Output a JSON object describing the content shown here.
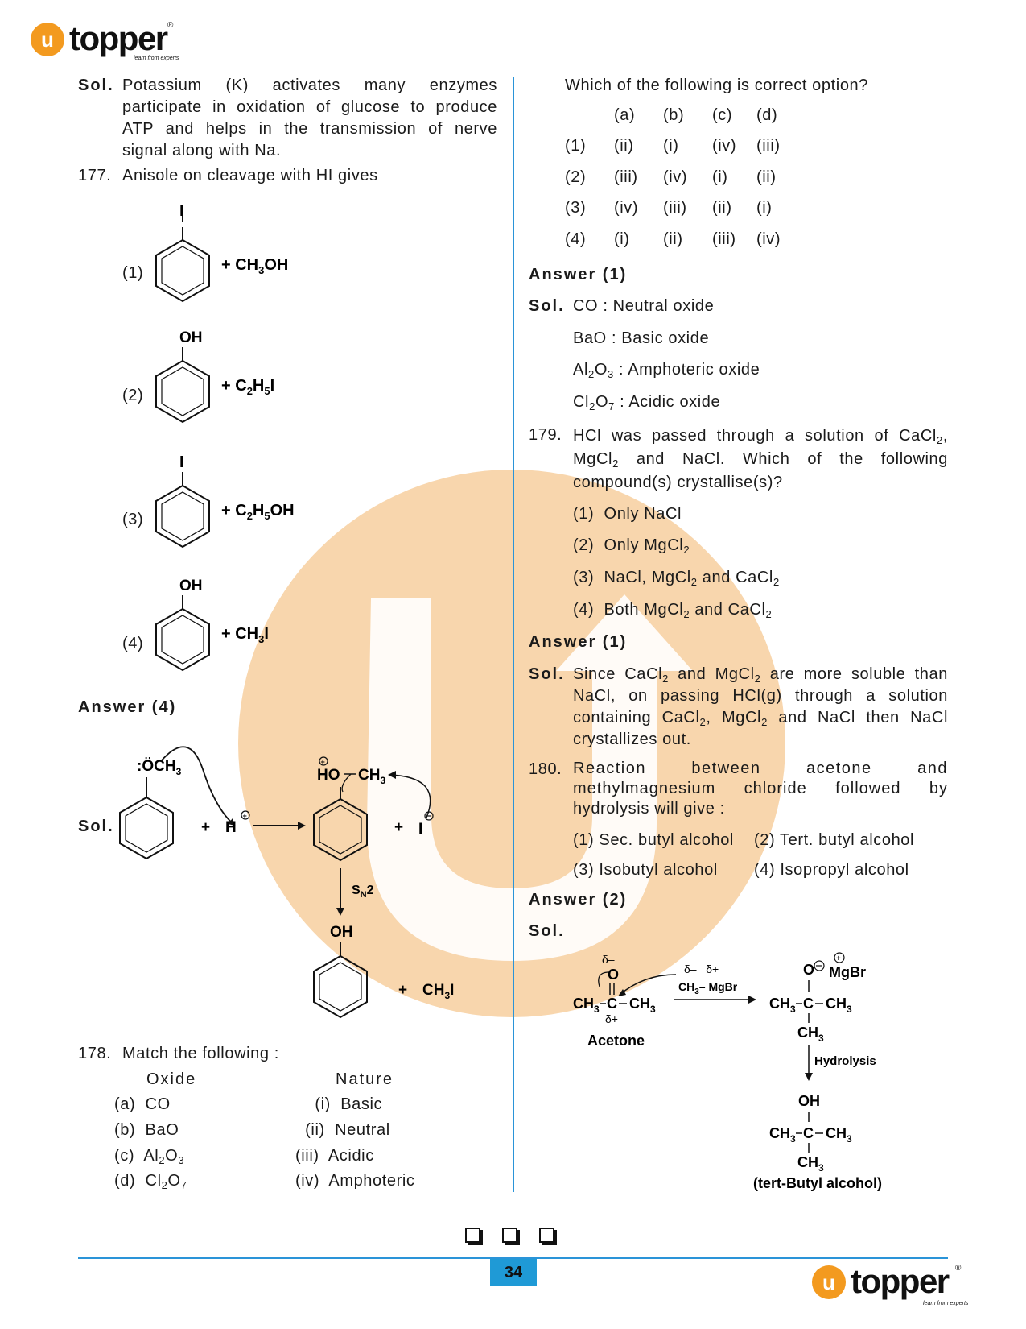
{
  "brand": {
    "name": "topper",
    "tagline": "learn from experts",
    "registered": "®"
  },
  "left": {
    "sol176": {
      "label": "Sol.",
      "text": "Potassium (K) activates many enzymes participate in oxidation of glucose to produce ATP and helps in the transmission of nerve signal along with Na."
    },
    "q177": {
      "number": "177.",
      "text": "Anisole on cleavage with HI gives"
    },
    "opt_nums": [
      "(1)",
      "(2)",
      "(3)",
      "(4)"
    ],
    "ans177": "Answer (4)",
    "sol_label": "Sol.",
    "q178": {
      "number": "178.",
      "text": "Match the following :"
    },
    "oxide_header": "Oxide",
    "nature_header": "Nature"
  },
  "right": {
    "q178_question": "Which of the following is correct option?",
    "match_header": [
      "(a)",
      "(b)",
      "(c)",
      "(d)"
    ],
    "match_rows": [
      {
        "n": "(1)",
        "a": "(ii)",
        "b": "(i)",
        "c": "(iv)",
        "d": "(iii)"
      },
      {
        "n": "(2)",
        "a": "(iii)",
        "b": "(iv)",
        "c": "(i)",
        "d": "(ii)"
      },
      {
        "n": "(3)",
        "a": "(iv)",
        "b": "(iii)",
        "c": "(ii)",
        "d": "(i)"
      },
      {
        "n": "(4)",
        "a": "(i)",
        "b": "(ii)",
        "c": "(iii)",
        "d": "(iv)"
      }
    ],
    "ans178": "Answer (1)",
    "sol_label": "Sol.",
    "sol178_lines": [
      "CO : Neutral oxide",
      "BaO : Basic oxide"
    ],
    "amphoteric": ": Amphoteric oxide",
    "acidic": ": Acidic oxide",
    "q179_num": "179.",
    "ans179": "Answer (1)",
    "q180": {
      "number": "180.",
      "line1": "Reaction between acetone and",
      "line2": "methylmagnesium chloride followed by",
      "line3": "hydrolysis will give :"
    },
    "q180_opts": {
      "o1": "(1) Sec. butyl alcohol",
      "o2": "(2) Tert. butyl alcohol",
      "o3": "(3) Isobutyl alcohol",
      "o4": "(4) Isopropyl alcohol"
    },
    "ans180": "Answer (2)",
    "acetone_label": "Acetone",
    "hydrolysis_label": "Hydrolysis",
    "product_label": "(tert-Butyl alcohol)"
  },
  "footer": {
    "page_number": "34"
  },
  "colors": {
    "accent_blue": "#2a94d8",
    "brand_orange": "#f39a1f",
    "watermark": "#f7d2a6"
  }
}
